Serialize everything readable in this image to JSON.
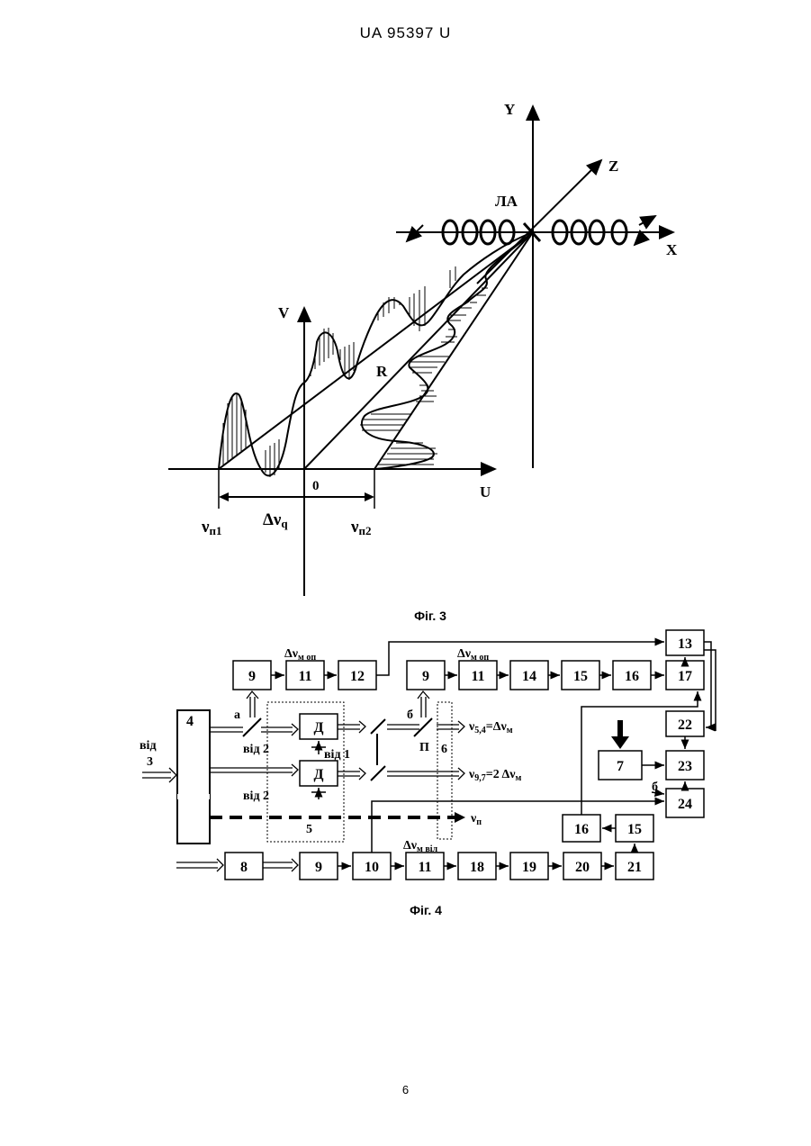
{
  "header": {
    "patent_number": "UA   95397   U"
  },
  "figure3": {
    "caption": "Фіг. 3",
    "axis_y": "Y",
    "axis_z": "Z",
    "axis_x": "X",
    "antenna_label": "ЛА",
    "axis_v": "V",
    "axis_u": "U",
    "radius_label": "R",
    "origin_label": "0",
    "nu_left": "ν",
    "nu_left_sub": "п1",
    "delta_nu": "Δν",
    "delta_nu_sub": "q",
    "nu_right": "ν",
    "nu_right_sub": "п2"
  },
  "figure4": {
    "caption": "Фіг. 4",
    "input_label_1": "від",
    "input_label_2": "3",
    "label_a": "а",
    "label_b": "б",
    "label_b2": "б",
    "from_2_a": "від 2",
    "from_2_b": "від 2",
    "from_1": "від  1",
    "d_label": "Д",
    "p_label": "П",
    "label_6": "6",
    "label_5": "5",
    "delta_ref_1": "Δν",
    "delta_ref_1_sub": "м оп",
    "delta_ref_2": "Δν",
    "delta_ref_2_sub": "м оп",
    "delta_vid": "Δν",
    "delta_vid_sub": "м віл",
    "out_54": "ν",
    "out_54_sub": "5,4",
    "out_54_rest": "=Δν",
    "out_54_rest_sub": "м",
    "out_97": "ν",
    "out_97_sub": "9,7",
    "out_97_rest": "=2 Δν",
    "out_97_rest_sub": "м",
    "out_nu_p": "ν",
    "out_nu_p_sub": "п",
    "boxes": {
      "b4": "4",
      "b9a": "9",
      "b11a": "11",
      "b12": "12",
      "b9b": "9",
      "b11b": "11",
      "b14": "14",
      "b15a": "15",
      "b16a": "16",
      "b17": "17",
      "b13": "13",
      "b22": "22",
      "b23": "23",
      "b24": "24",
      "b7": "7",
      "b16b": "16",
      "b15b": "15",
      "b8": "8",
      "b9c": "9",
      "b10": "10",
      "b11c": "11",
      "b18": "18",
      "b19": "19",
      "b20": "20",
      "b21": "21"
    }
  },
  "footer": {
    "page_number": "6"
  }
}
